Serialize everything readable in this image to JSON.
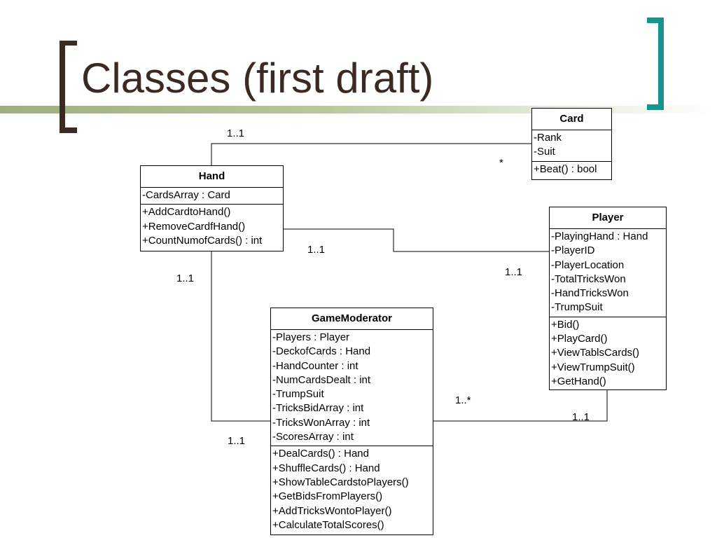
{
  "slide": {
    "title": "Classes (first draft)"
  },
  "classes": {
    "card": {
      "name": "Card",
      "attributes": [
        "-Rank",
        "-Suit"
      ],
      "operations": [
        "+Beat() : bool"
      ]
    },
    "hand": {
      "name": "Hand",
      "attributes": [
        "-CardsArray : Card"
      ],
      "operations": [
        "+AddCardtoHand()",
        "+RemoveCardfHand()",
        "+CountNumofCards() : int"
      ]
    },
    "player": {
      "name": "Player",
      "attributes": [
        "-PlayingHand : Hand",
        "-PlayerID",
        "-PlayerLocation",
        "-TotalTricksWon",
        "-HandTricksWon",
        "-TrumpSuit"
      ],
      "operations": [
        "+Bid()",
        "+PlayCard()",
        "+ViewTablsCards()",
        "+ViewTrumpSuit()",
        "+GetHand()"
      ]
    },
    "gamemoderator": {
      "name": "GameModerator",
      "attributes": [
        "-Players : Player",
        "-DeckofCards : Hand",
        "-HandCounter : int",
        "-NumCardsDealt : int",
        "-TrumpSuit",
        "-TricksBidArray : int",
        "-TricksWonArray : int",
        "-ScoresArray : int"
      ],
      "operations": [
        "+DealCards() : Hand",
        "+ShuffleCards() : Hand",
        "+ShowTableCardstoPlayers()",
        "+GetBidsFromPlayers()",
        "+AddTricksWontoPlayer()",
        "+CalculateTotalScores()"
      ]
    }
  },
  "associations": {
    "hand_card": {
      "hand_end": "1..1",
      "card_end": "*"
    },
    "hand_player": {
      "hand_end": "1..1",
      "player_end": "1..1"
    },
    "hand_gamemoderator": {
      "hand_end": "1..1",
      "gamemoderator_end": "1..1"
    },
    "gamemoderator_player": {
      "gamemoderator_end": "1..*",
      "player_end": "1..1"
    }
  },
  "colors": {
    "title_text": "#3b2a22",
    "accent_green": "#9bb07a",
    "accent_dark": "#3b2a22",
    "accent_teal": "#16958f"
  }
}
